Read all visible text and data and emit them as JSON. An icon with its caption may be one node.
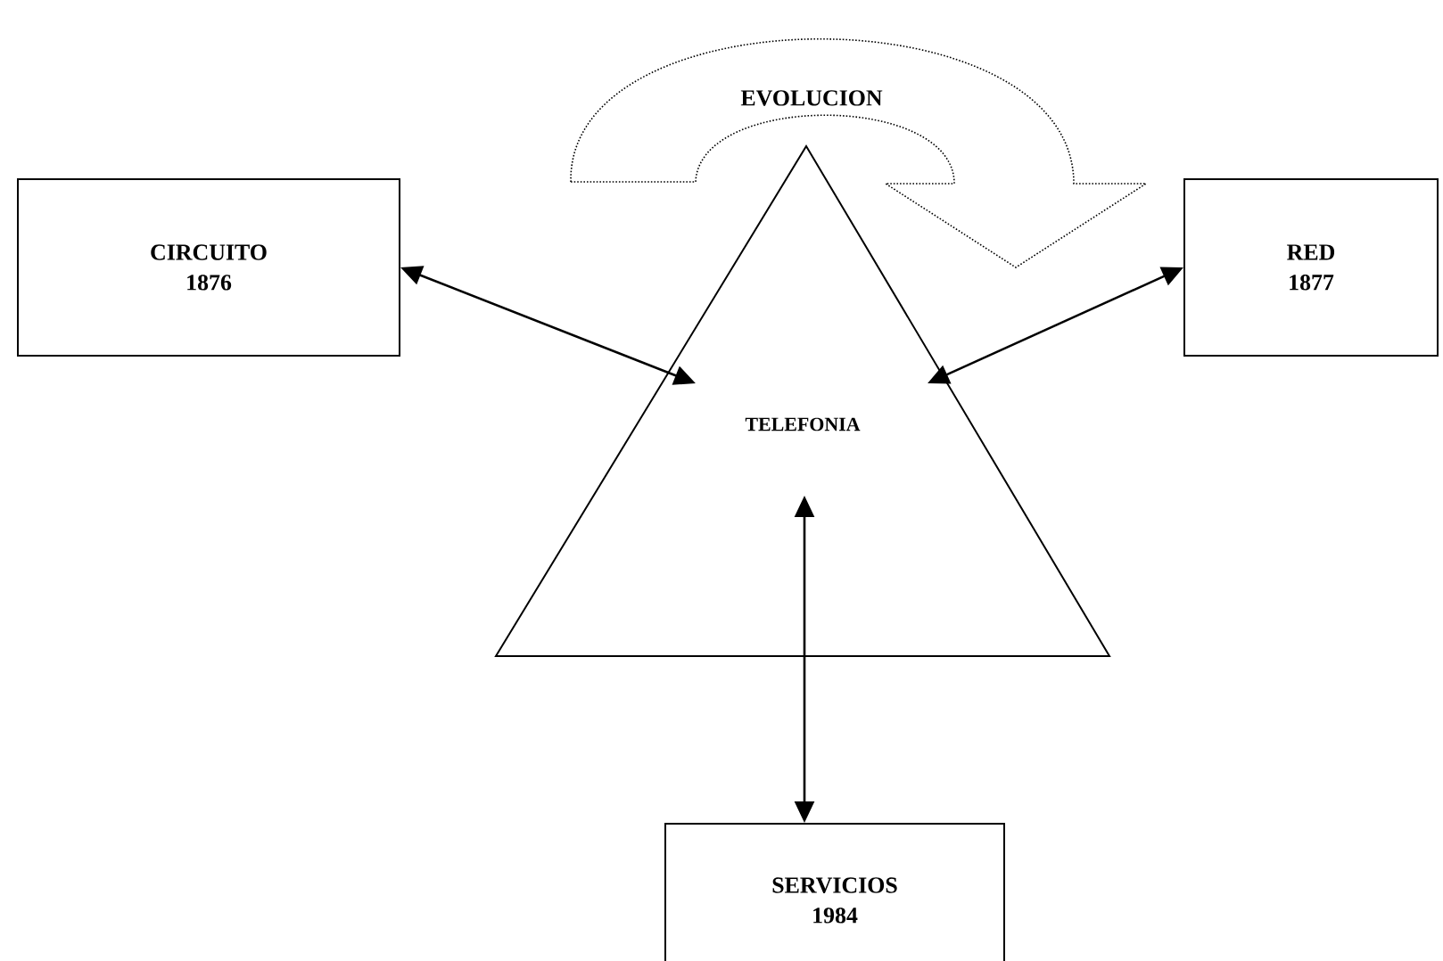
{
  "diagram": {
    "nodes": [
      {
        "text": [
          "CIRCUITO 1876"
        ]
      },
      {
        "text": [
          "RED 1877"
        ]
      },
      {
        "text": [
          "TELEFONIA"
        ]
      },
      {
        "text": [
          "SERVICIOS 1984"
        ]
      }
    ],
    "edges": [
      {
        "from": 0,
        "to": 2,
        "arrow": "both"
      },
      {
        "from": 1,
        "to": 2,
        "arrow": "both"
      },
      {
        "from": 3,
        "to": 2,
        "arrow": "both"
      },
      {
        "from": 2,
        "to": 1,
        "arrow": "to",
        "style": "dashed",
        "label": "EVOLUCION"
      }
    ]
  }
}
